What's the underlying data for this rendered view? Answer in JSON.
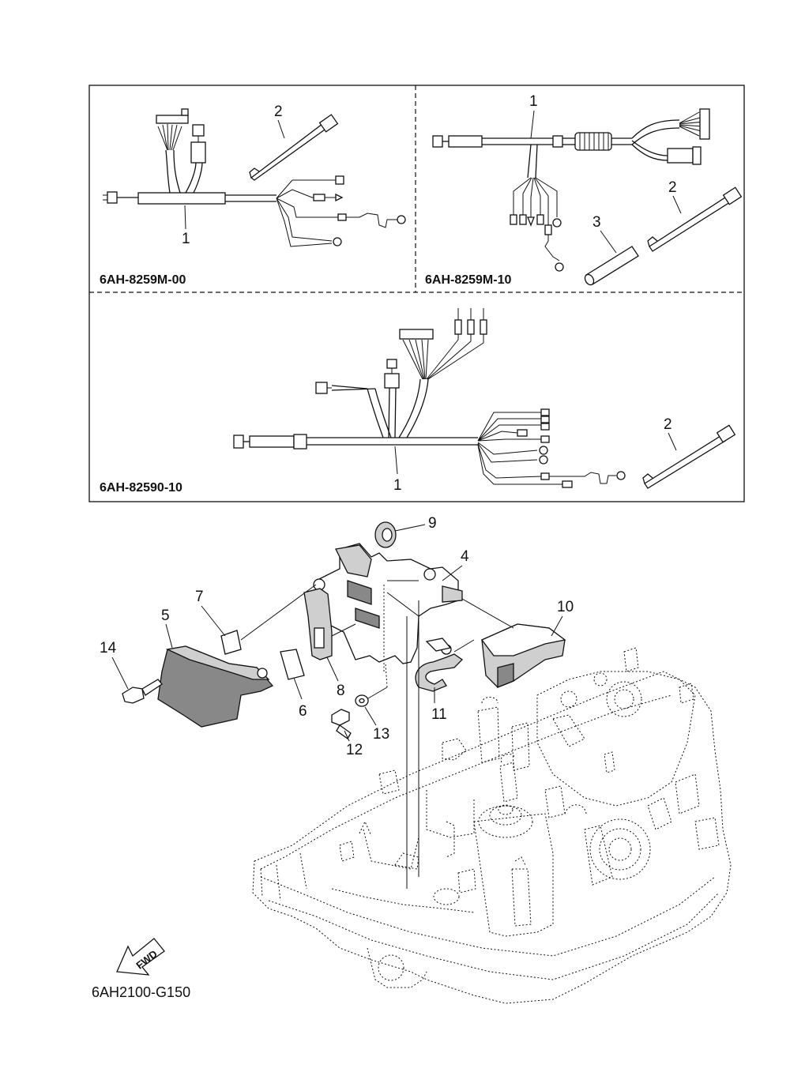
{
  "panels": {
    "top_left_part_number": "6AH-8259M-00",
    "top_right_part_number": "6AH-8259M-10",
    "bottom_part_number": "6AH-82590-10"
  },
  "callouts": {
    "tl_harness": "1",
    "tl_tie": "2",
    "tr_harness": "1",
    "tr_tie": "2",
    "tr_tube": "3",
    "b_harness": "1",
    "b_tie": "2",
    "bracket": "4",
    "cover": "5",
    "plate_6": "6",
    "plate_7": "7",
    "clip_8": "8",
    "grommet": "9",
    "box_cover": "10",
    "clamp": "11",
    "bolt_12": "12",
    "washer": "13",
    "bolt_14": "14"
  },
  "fwd_label": "FWD",
  "figure_code": "6AH2100-G150"
}
